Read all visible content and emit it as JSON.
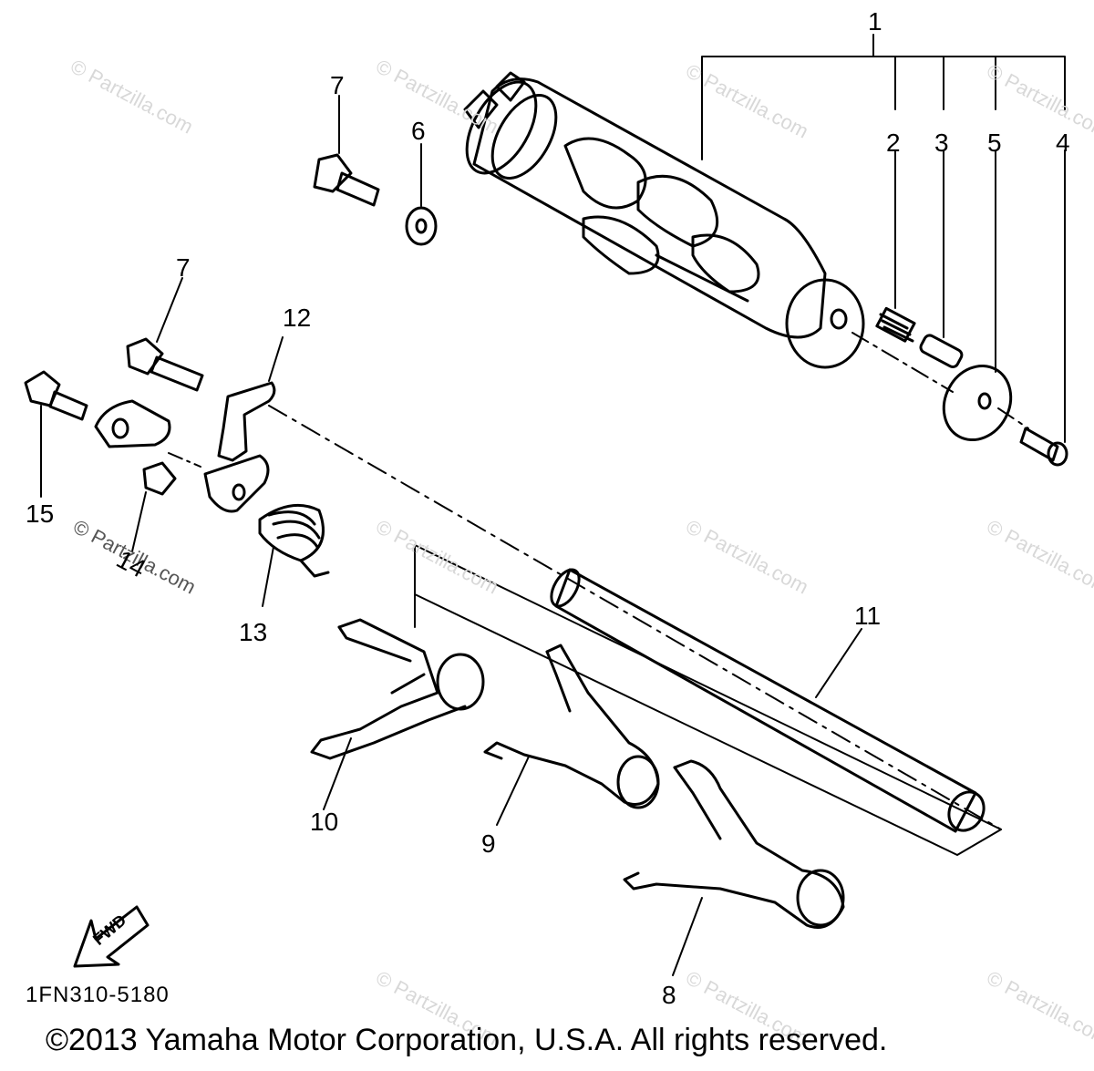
{
  "diagram": {
    "callouts": [
      "1",
      "2",
      "3",
      "4",
      "5",
      "6",
      "7",
      "7",
      "8",
      "9",
      "10",
      "11",
      "12",
      "13",
      "14",
      "15"
    ],
    "diagram_code": "1FN310-5180",
    "fwd_label": "FWD",
    "copyright": "©2013 Yamaha Motor Corporation, U.S.A. All rights reserved.",
    "watermark": "© Partzilla.com"
  }
}
